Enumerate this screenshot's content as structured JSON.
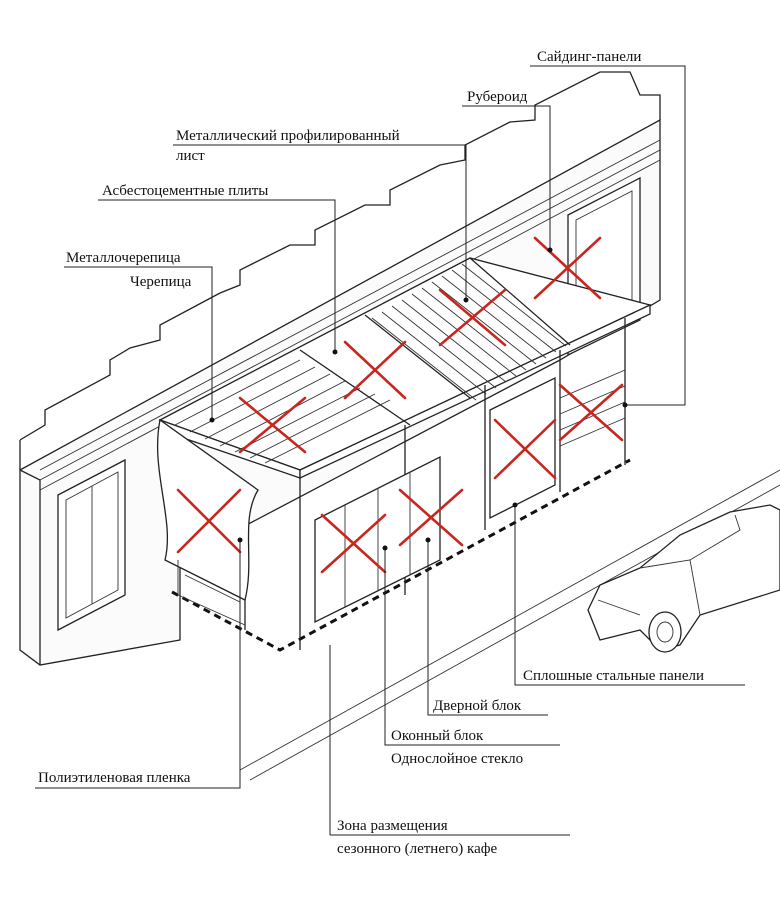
{
  "labels": {
    "siding": "Сайдинг-панели",
    "ruberoid": "Рубероид",
    "profiled_sheet_line1": "Металлический профилированный",
    "profiled_sheet_line2": "лист",
    "asbestos": "Асбестоцементные плиты",
    "metal_tile": "Металлочерепица",
    "tile": "Черепица",
    "steel_panels": "Сплошные стальные панели",
    "door_block": "Дверной блок",
    "window_block": "Оконный блок",
    "single_glass": "Однослойное стекло",
    "polyethylene": "Полиэтиленовая пленка",
    "zone_line1": "Зона размещения",
    "zone_line2": "сезонного (летнего) кафе"
  },
  "colors": {
    "cross": "#c8261e",
    "line": "#222222",
    "background": "#ffffff"
  },
  "icons": {
    "prohibited_mark": "red-x-cross",
    "car": "car-illustration"
  }
}
